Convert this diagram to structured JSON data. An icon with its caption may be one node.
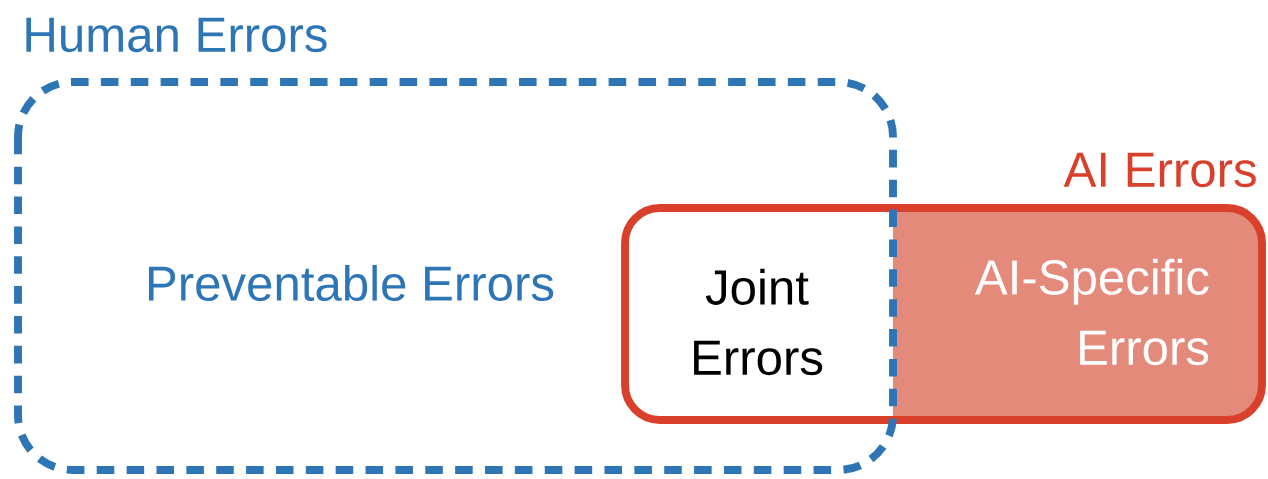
{
  "diagram": {
    "nodes": [
      {
        "text": [
          "Human Errors",
          "Preventable Errors"
        ]
      },
      {
        "text": [
          "AI Errors"
        ]
      },
      {
        "text": [
          "AI-Specific Errors"
        ],
        "in": 1
      }
    ],
    "labels": [
      "Joint Errors"
    ]
  }
}
